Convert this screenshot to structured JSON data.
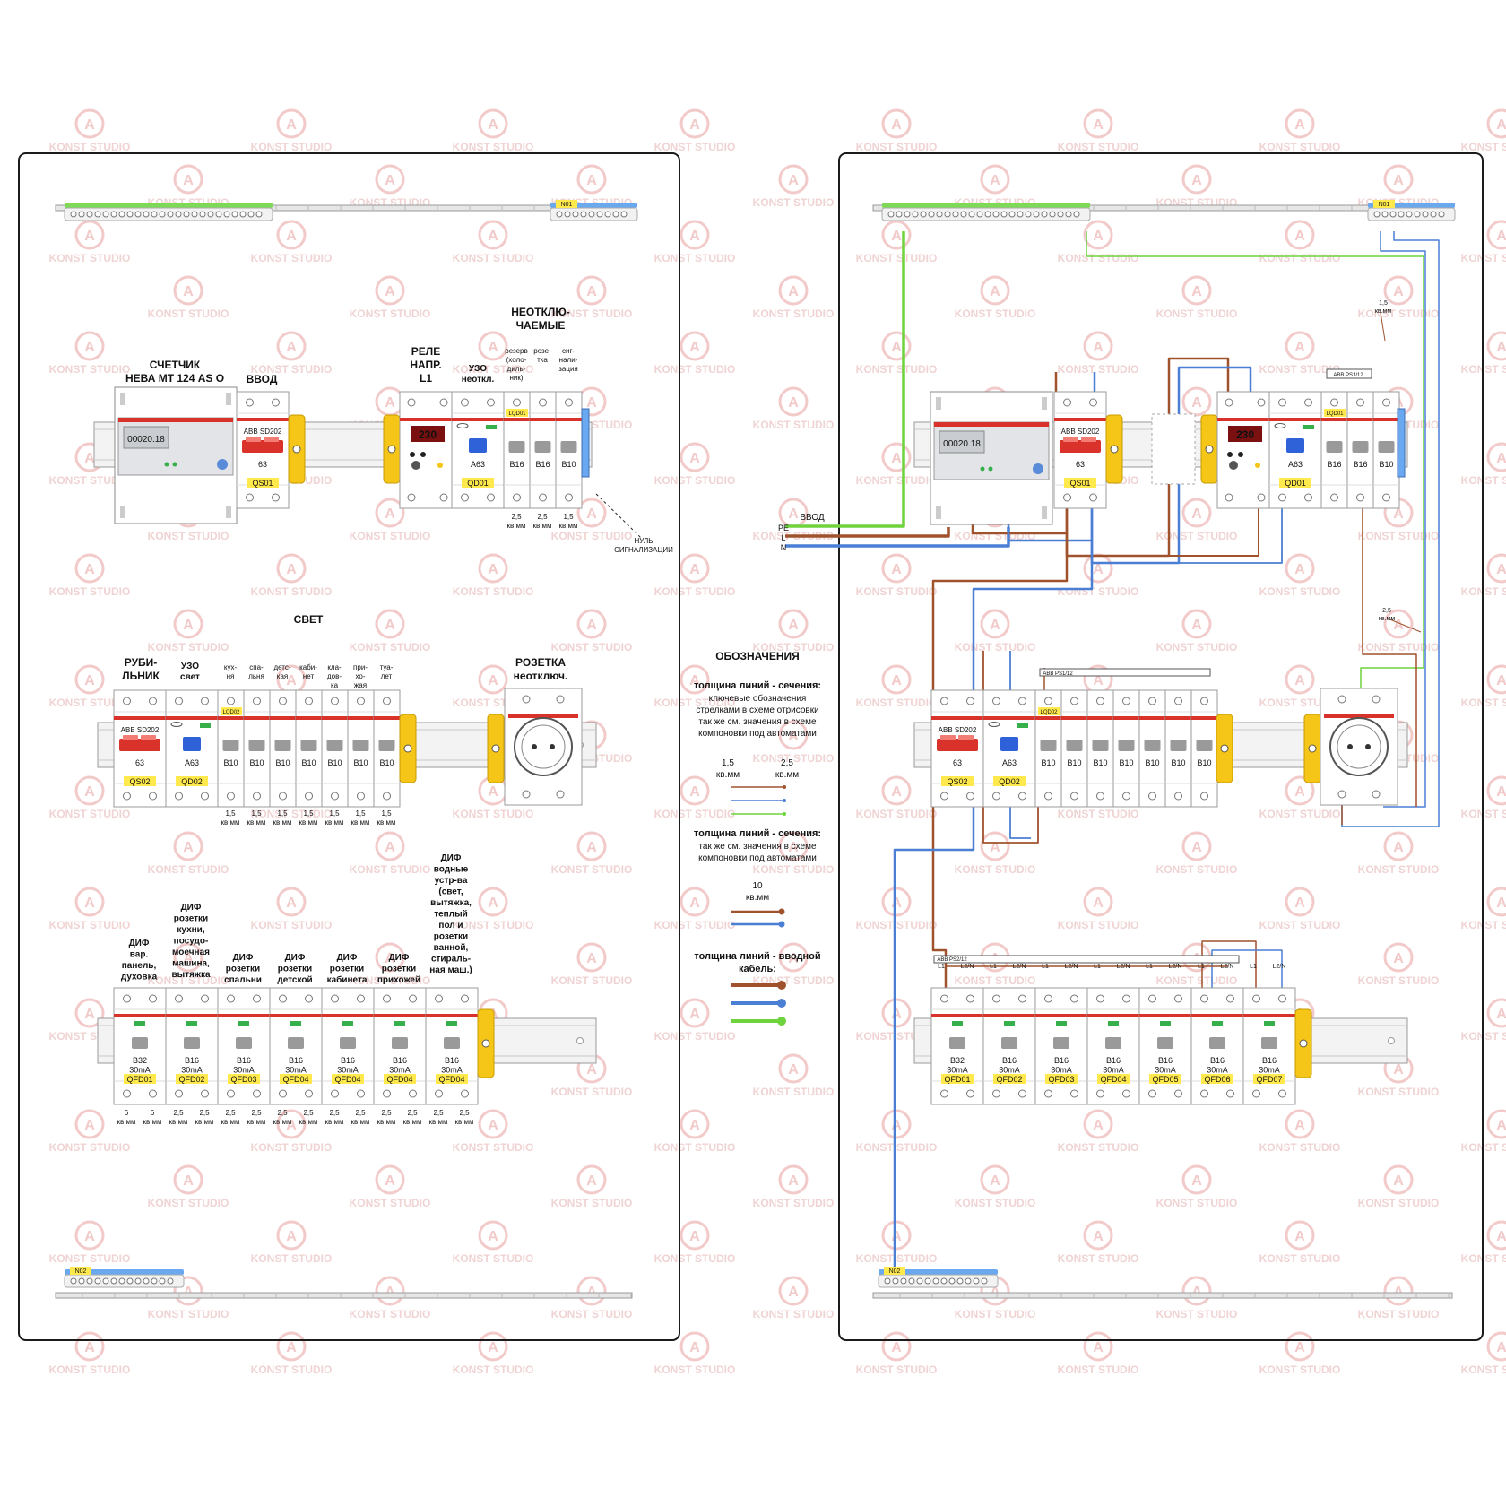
{
  "watermark": "KONST STUDIO",
  "colors": {
    "brown": "#a0522d",
    "blue": "#4a7fd4",
    "green": "#6ed33c",
    "red": "#d9322a",
    "yellow": "#f5c518",
    "label_bg": "#ffe94d"
  },
  "left": {
    "busbar_top_tag": "N01",
    "busbar_bottom_tag": "N02",
    "row1": {
      "meter_title": "СЧЕТЧИК\nНЕВА МТ 124 AS O",
      "meter_display": "00020.18",
      "vvod_title": "ВВОД",
      "qs01_model": "ABB SD202",
      "qs01_rating": "63",
      "qs01_tag": "QS01",
      "relay_title": "РЕЛЕ\nНАПР.\nL1",
      "relay_display": "230",
      "uzo_title": "УЗО\nнеоткл.",
      "qd01_rating": "A63",
      "qd01_tag": "QD01",
      "neotkl_title": "НЕОТКЛЮ-\nЧАЕМЫЕ",
      "sub_headers": [
        "резерв\n(холо-\nдиль-\nник)",
        "розе-\nтка",
        "сиг-\nнали-\nзация"
      ],
      "ratings": [
        "B16",
        "B16",
        "B10"
      ],
      "lqd_tag": "LQD01",
      "sections": [
        "2,5\nкв.мм",
        "2,5\nкв.мм",
        "1,5\nкв.мм"
      ],
      "null_signal": "НУЛЬ\nСИГНАЛИЗАЦИИ"
    },
    "row2": {
      "svet_title": "СВЕТ",
      "rubilnik_title": "РУБИ-\nЛЬНИК",
      "uzo_title": "УЗО\nсвет",
      "qs02_model": "ABB SD202",
      "qs02_rating": "63",
      "qs02_tag": "QS02",
      "qd02_rating": "A63",
      "qd02_tag": "QD02",
      "lqd_tag": "LQD02",
      "sub_headers": [
        "кух-\nня",
        "спа-\nльня",
        "детс-\nкая",
        "каби-\nнет",
        "кла-\nдов-\nка",
        "при-\nхо-\nжая",
        "туа-\nлет"
      ],
      "ratings": [
        "B10",
        "B10",
        "B10",
        "B10",
        "B10",
        "B10",
        "B10"
      ],
      "sections": [
        "1,5\nкв.мм",
        "1,5\nкв.мм",
        "1,5\nкв.мм",
        "1,5\nкв.мм",
        "1,5\nкв.мм",
        "1,5\nкв.мм",
        "1,5\nкв.мм"
      ],
      "socket_title": "РОЗЕТКА\nнеотключ."
    },
    "row3": {
      "headers": [
        "ДИФ\nвар.\nпанель,\nдуховка",
        "ДИФ\nрозетки\nкухни,\nпосудо-\nмоечная\nмашина,\nвытяжка",
        "ДИФ\nрозетки\nспальни",
        "ДИФ\nрозетки\nдетской",
        "ДИФ\nрозетки\nкабинета",
        "ДИФ\nрозетки\nприхожей",
        "ДИФ\nводные\nустр-ва\n(свет,\nвытяжка,\nтеплый\nпол и\nрозетки\nванной,\nстираль-\nная маш.)"
      ],
      "ratings": [
        "B32\n30mA",
        "B16\n30mA",
        "B16\n30mA",
        "B16\n30mA",
        "B16\n30mA",
        "B16\n30mA",
        "B16\n30mA"
      ],
      "tags": [
        "QFD01",
        "QFD02",
        "QFD03",
        "QFD04",
        "QFD04",
        "QFD04",
        "QFD04"
      ],
      "sections": [
        "6\nкв.мм",
        "2,5\nкв.мм",
        "2,5\nкв.мм",
        "2,5\nкв.мм",
        "2,5\nкв.мм",
        "2,5\nкв.мм",
        "2,5\nкв.мм"
      ]
    }
  },
  "legend": {
    "title": "ОБОЗНАЧЕНИЯ",
    "g1_title": "толщина линий - сечения:",
    "g1_text": "ключевые обозначения\nстрелками в схеме отрисовки\nтак же см. значения в схеме\nкомпоновки под автоматами",
    "g1_sizes": [
      "1,5\nкв.мм",
      "2,5\nкв.мм"
    ],
    "g2_title": "толщина линий - сечения:",
    "g2_text": "так же см. значения в схеме\nкомпоновки под автоматами",
    "g2_size": "10\nкв.мм",
    "g3_title": "толщина линий - вводной\nкабель:"
  },
  "right": {
    "busbar_top_tag": "N01",
    "busbar_bottom_tag": "N02",
    "input": {
      "title": "ВВОД",
      "wires": [
        "PE",
        "L",
        "N"
      ]
    },
    "row1": {
      "qs01_model": "ABB SD202",
      "qs01_rating": "63",
      "qs01_tag": "QS01",
      "qd01_rating": "A63",
      "qd01_tag": "QD01",
      "lqd_tag": "LQD01",
      "ratings": [
        "B16",
        "B16",
        "B10"
      ],
      "ps_bar": "ABB PS1/12",
      "relay_display": "230",
      "arrow_label_top": "1,5\nкв.мм",
      "arrow_label_mid": "2,5\nкв.мм"
    },
    "row2": {
      "qs02_model": "ABB SD202",
      "qs02_rating": "63",
      "qs02_tag": "QS02",
      "qd02_rating": "A63",
      "qd02_tag": "QD02",
      "lqd_tag": "LQD02",
      "ratings": [
        "B10",
        "B10",
        "B10",
        "B10",
        "B10",
        "B10",
        "B10"
      ],
      "ps_bar": "ABB PS1/12"
    },
    "row3": {
      "ps_bar": "ABB PS2/12",
      "phase_labels": [
        "L1",
        "L2/N",
        "L1",
        "L2/N",
        "L1",
        "L2/N",
        "L1",
        "L2/N",
        "L1",
        "L2/N",
        "L1",
        "L2/N",
        "L1",
        "L2/N"
      ],
      "ratings": [
        "B32\n30mA",
        "B16\n30mA",
        "B16\n30mA",
        "B16\n30mA",
        "B16\n30mA",
        "B16\n30mA",
        "B16\n30mA"
      ],
      "tags": [
        "QFD01",
        "QFD02",
        "QFD03",
        "QFD04",
        "QFD05",
        "QFD06",
        "QFD07"
      ]
    }
  }
}
